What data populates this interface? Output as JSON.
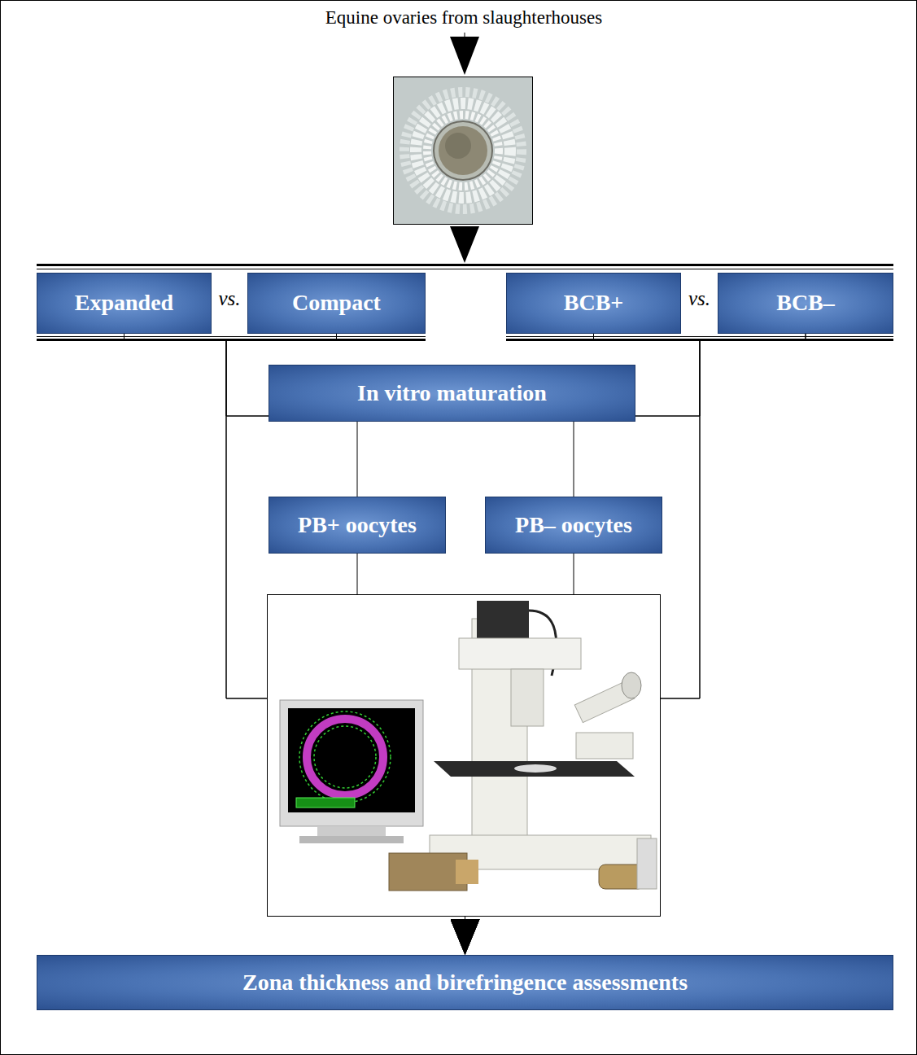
{
  "diagram": {
    "nodes": [
      {
        "text": [
          "Expanded"
        ]
      },
      {
        "text": [
          "Compact"
        ]
      },
      {
        "text": [
          "BCB+"
        ]
      },
      {
        "text": [
          "BCB–"
        ]
      },
      {
        "text": [
          "In vitro maturation"
        ]
      },
      {
        "text": [
          "PB+ oocytes"
        ]
      },
      {
        "text": [
          "PB– oocytes"
        ]
      },
      {
        "text": [
          "Zona thickness and birefringence assessments"
        ]
      }
    ],
    "edges": [
      {
        "from": 0,
        "to": 4,
        "arrow": "none"
      },
      {
        "from": 1,
        "to": 4,
        "arrow": "none"
      },
      {
        "from": 2,
        "to": 4,
        "arrow": "none"
      },
      {
        "from": 3,
        "to": 4,
        "arrow": "none"
      },
      {
        "from": 4,
        "to": 5,
        "arrow": "none"
      },
      {
        "from": 4,
        "to": 6,
        "arrow": "none"
      },
      {
        "from": 0,
        "to": 7,
        "arrow": "to"
      },
      {
        "from": 1,
        "to": 7,
        "arrow": "to"
      },
      {
        "from": 2,
        "to": 7,
        "arrow": "to"
      },
      {
        "from": 3,
        "to": 7,
        "arrow": "to"
      },
      {
        "from": 5,
        "to": 7,
        "arrow": "to"
      },
      {
        "from": 6,
        "to": 7,
        "arrow": "to"
      }
    ],
    "labels": [
      "Equine ovaries from slaughterhouses",
      "vs.",
      "vs."
    ]
  }
}
